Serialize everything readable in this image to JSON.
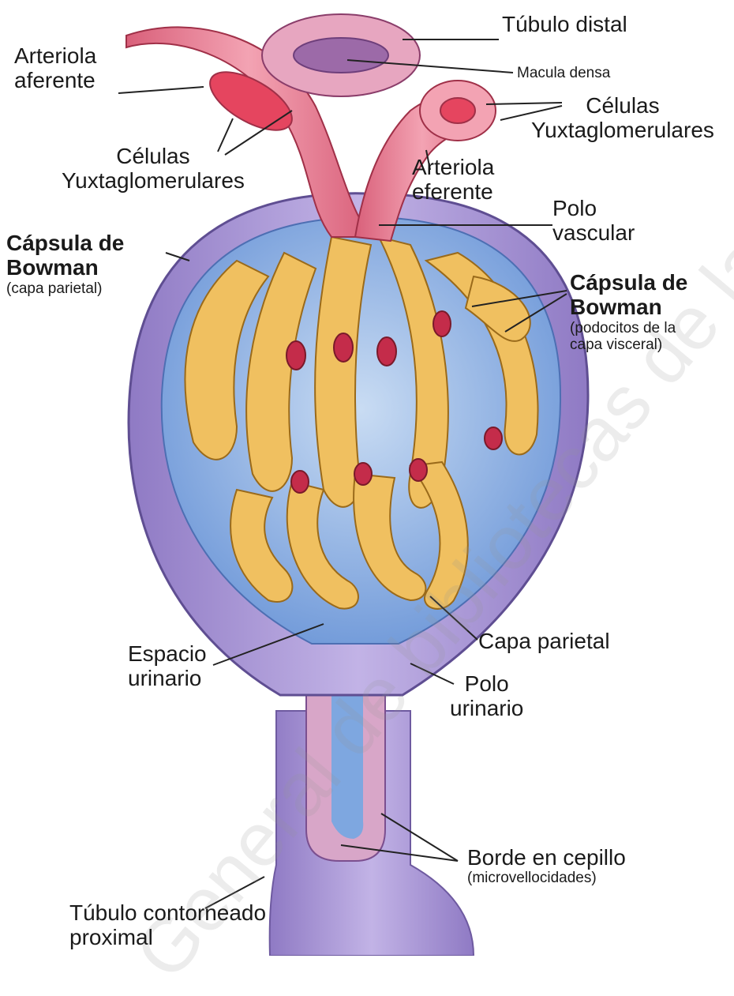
{
  "labels": {
    "tubulo_distal": "Túbulo distal",
    "macula_densa": "Macula densa",
    "arteriola_aferente_1": "Arteriola",
    "arteriola_aferente_2": "aferente",
    "celulas_yuxta_left_1": "Células",
    "celulas_yuxta_left_2": "Yuxtaglomerulares",
    "celulas_yuxta_right_1": "Células",
    "celulas_yuxta_right_2": "Yuxtaglomerulares",
    "arteriola_eferente_1": "Arteriola",
    "arteriola_eferente_2": "eferente",
    "polo_vascular_1": "Polo",
    "polo_vascular_2": "vascular",
    "capsula_left_1": "Cápsula de",
    "capsula_left_2": "Bowman",
    "capsula_left_3": "(capa parietal)",
    "capsula_right_1": "Cápsula de",
    "capsula_right_2": "Bowman",
    "capsula_right_3": "(podocitos de la",
    "capsula_right_4": "capa visceral)",
    "capa_parietal": "Capa parietal",
    "espacio_urinario_1": "Espacio",
    "espacio_urinario_2": "urinario",
    "polo_urinario_1": "Polo",
    "polo_urinario_2": "urinario",
    "borde_cepillo_1": "Borde en cepillo",
    "borde_cepillo_2": "(microvellocidades)",
    "tubulo_prox_1": "Túbulo contorneado",
    "tubulo_prox_2": "proximal"
  },
  "watermark": "General de bibliotecas de la"
}
